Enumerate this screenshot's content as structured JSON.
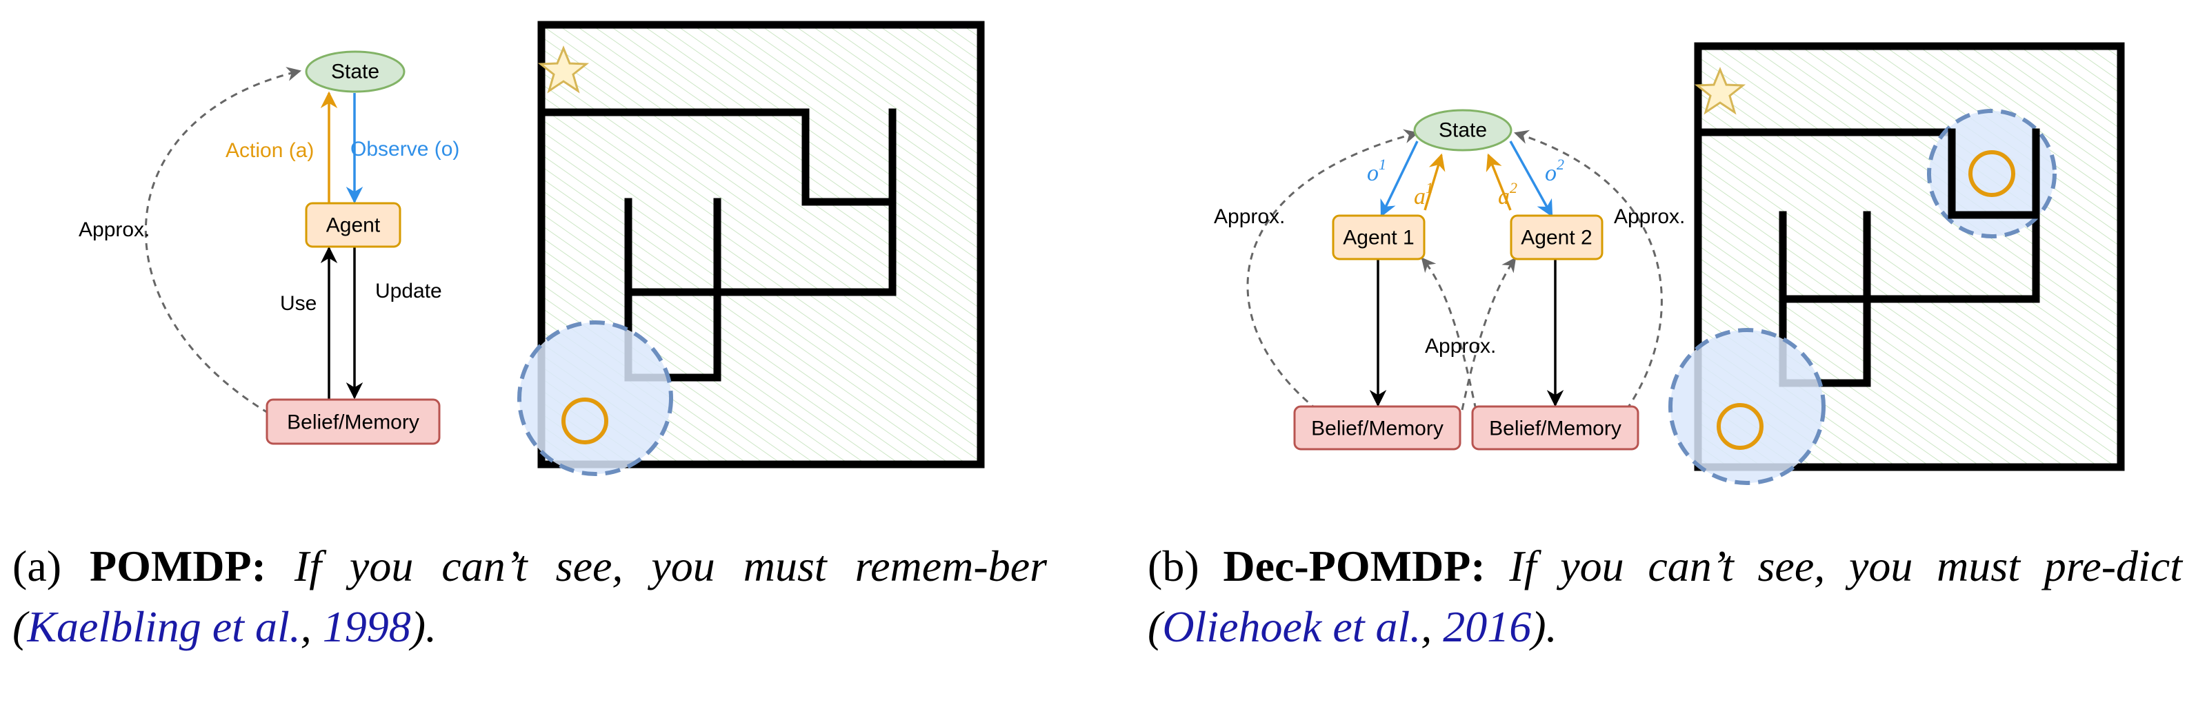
{
  "colors": {
    "action": "#e39a0c",
    "observe": "#2f8fe8",
    "state_fill": "#d5e8d4",
    "state_stroke": "#82b366",
    "agent_fill": "#ffe6cc",
    "agent_stroke": "#d79b00",
    "belief_fill": "#f8cecc",
    "belief_stroke": "#b85450",
    "fov_fill": "#dae8fc",
    "fov_stroke": "#6c8ebf",
    "hatch": "#b9ddb0",
    "star": "#fff2cc",
    "cite": "#1a1aa6"
  },
  "panel_a": {
    "diagram": {
      "state": "State",
      "agent": "Agent",
      "belief": "Belief/Memory",
      "action": "Action (a)",
      "observe": "Observe (o)",
      "approx": "Approx.",
      "use": "Use",
      "update": "Update"
    },
    "caption": {
      "tag": "(a)",
      "title": "POMDP:",
      "text_1": "If you can’t see, you must remem-ber (",
      "cite_authors": "Kaelbling et al.",
      "sep": ", ",
      "cite_year": "1998",
      "text_2": ")."
    }
  },
  "panel_b": {
    "diagram": {
      "state": "State",
      "agent_1": "Agent 1",
      "agent_2": "Agent 2",
      "belief_1": "Belief/Memory",
      "belief_2": "Belief/Memory",
      "approx_left": "Approx.",
      "approx_right": "Approx.",
      "approx_center": "Approx.",
      "o_symbol": "o",
      "a_symbol": "a",
      "index_1": "1",
      "index_2": "2"
    },
    "caption": {
      "tag": "(b)",
      "title": "Dec-POMDP:",
      "text_1": "If you can’t see, you must pre-dict (",
      "cite_authors": "Oliehoek et al.",
      "sep": ", ",
      "cite_year": "2016",
      "text_2": ")."
    }
  }
}
